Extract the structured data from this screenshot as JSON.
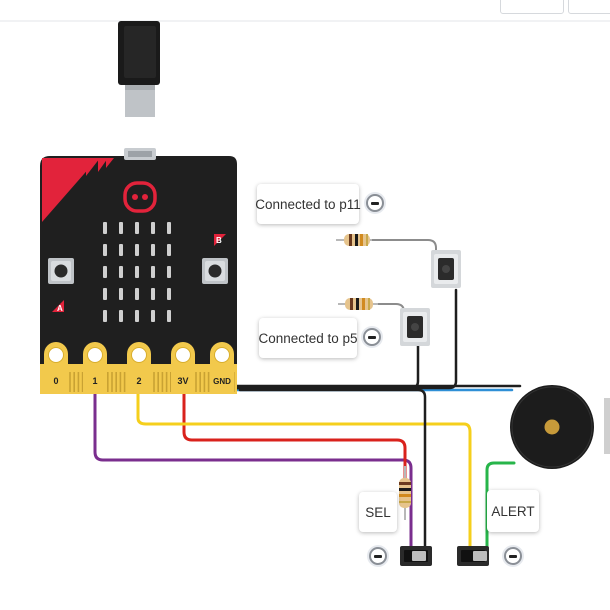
{
  "annotations": {
    "p11": "Connected to p11",
    "p5": "Connected to p5",
    "sel": "SEL",
    "alert": "ALERT"
  },
  "microbit": {
    "pins": [
      "0",
      "1",
      "2",
      "3V",
      "GND"
    ],
    "button_a": "A",
    "button_b": "B"
  },
  "colors": {
    "board": "#1f1f1f",
    "accent_red": "#e2233b",
    "edge_gold": "#f2c94c",
    "wire_purple": "#7a2e8e",
    "wire_yellow": "#f5cf1c",
    "wire_red": "#d9221c",
    "wire_black": "#1e1e1e",
    "wire_blue": "#2e8fd6",
    "wire_green": "#27b54a",
    "wire_gray": "#8c8c8c"
  }
}
